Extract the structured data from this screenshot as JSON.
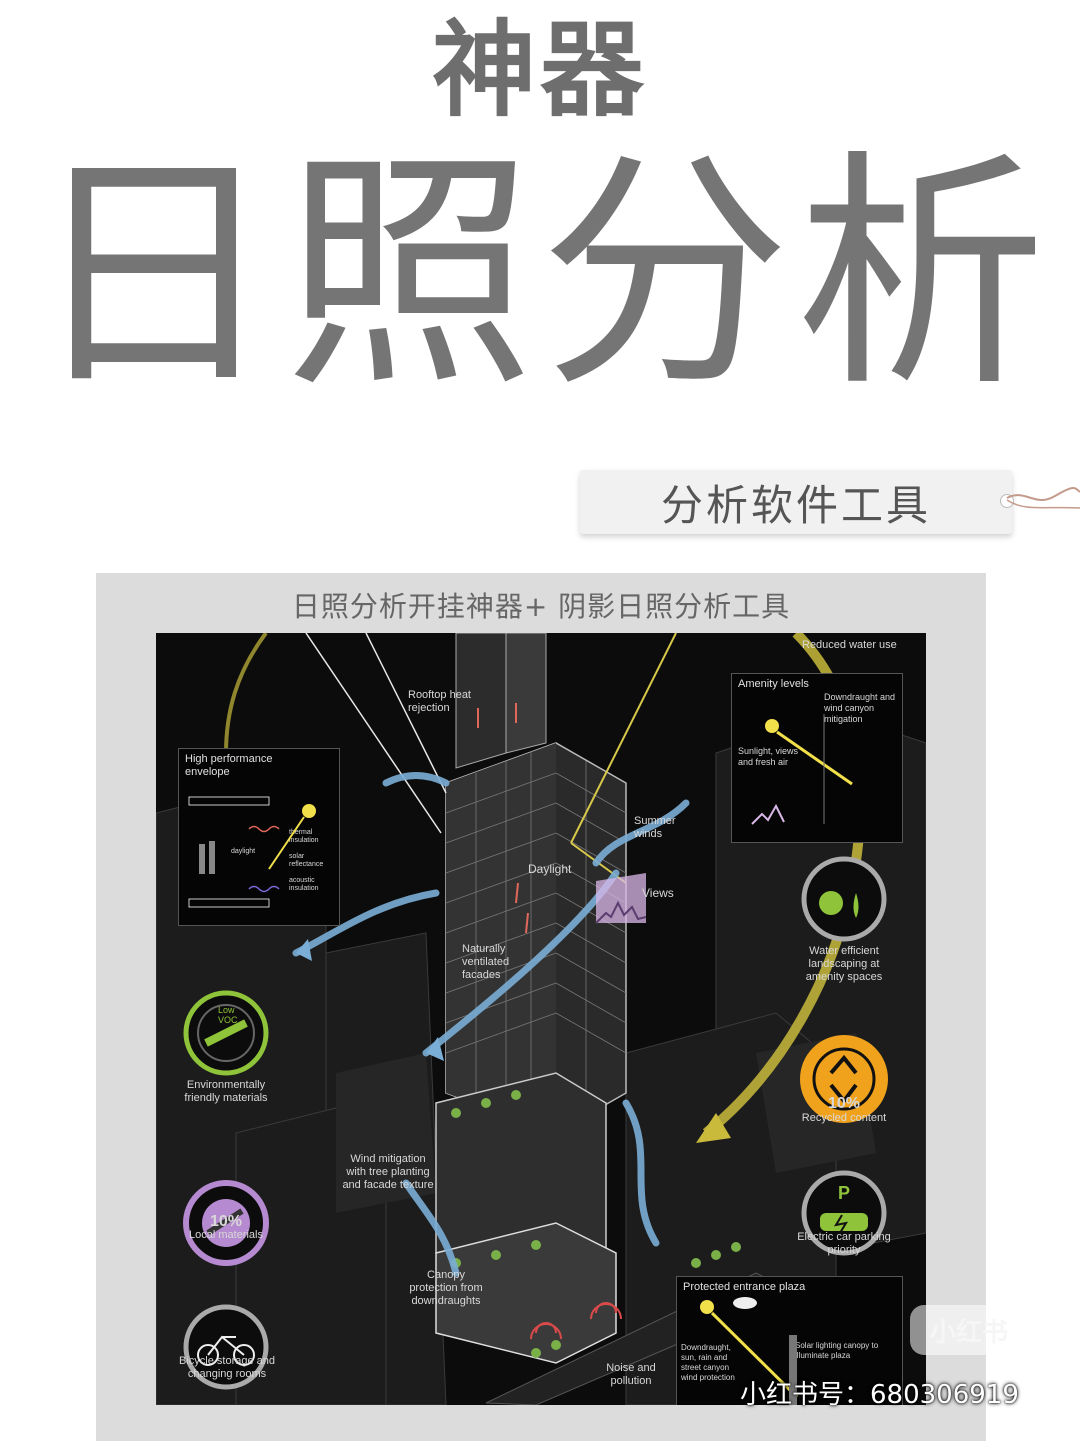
{
  "header": {
    "title_small": "神器",
    "title_big": "日照分析",
    "tag": "分析软件工具"
  },
  "card": {
    "caption": "日照分析开挂神器+ 阴影日照分析工具"
  },
  "poster": {
    "labels": {
      "rooftop": "Rooftop heat rejection",
      "reduced_water": "Reduced water use",
      "amenity": "Amenity levels",
      "downdraught_wind": "Downdraught and wind canyon mitigation",
      "sunlight_views": "Sunlight, views and fresh air",
      "high_perf": "High performance envelope",
      "daylight_small": "daylight",
      "thermal": "thermal insulation",
      "solar": "solar reflectance",
      "acoustic": "acoustic insulation",
      "summer_winds": "Summer winds",
      "daylight": "Daylight",
      "views": "Views",
      "naturally_ventilated": "Naturally ventilated facades",
      "water_efficient": "Water efficient landscaping at amenity spaces",
      "low_voc": "Low VOC",
      "env_materials": "Environmentally friendly materials",
      "recycled_pct": "10%",
      "recycled": "Recycled content",
      "wind_mitigation": "Wind mitigation with tree planting and facade texture",
      "local_pct": "10%",
      "local": "Local materials",
      "parking_letter": "P",
      "electric_car": "Electric car parking priority",
      "canopy": "Canopy protection from downdraughts",
      "protected_plaza": "Protected entrance plaza",
      "downdraught_sun": "Downdraught, sun, rain and street canyon wind protection",
      "solar_canopy": "Solar lighting canopy to illuminate plaza",
      "bicycle": "Bicycle storage and changing rooms",
      "noise": "Noise and pollution"
    }
  },
  "watermark": {
    "logo": "小红书",
    "id": "小红书号：680306919"
  },
  "colors": {
    "title": "#757575",
    "poster_bg": "#0c0c0c",
    "arrow_blue": "#7aaed6",
    "arrow_yellow": "#d8c84a",
    "recycle_orange": "#f0a21c",
    "local_purple": "#b58ad0",
    "green_icon": "#8fc33a"
  }
}
